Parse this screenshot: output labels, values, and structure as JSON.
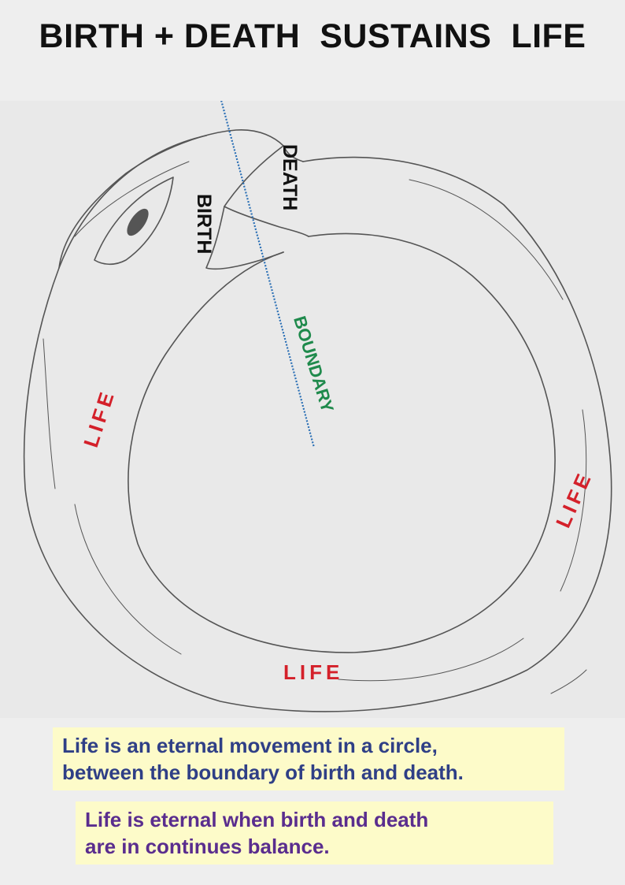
{
  "title": "BIRTH + DEATH  SUSTAINS  LIFE",
  "sketch": {
    "icon": "ouroboros-snake-sketch",
    "labels": {
      "death": "DEATH",
      "birth": "BIRTH",
      "boundary": "BOUNDARY",
      "life": [
        "LIFE",
        "LIFE",
        "LIFE"
      ]
    },
    "colors": {
      "pencil": "#555555",
      "boundary_line": "#2a6fb5",
      "boundary_text": "#1f8a4c",
      "life_text": "#d4202a"
    }
  },
  "notes": [
    "Life is an eternal movement in a circle,\nbetween the boundary of birth and death.",
    "Life is eternal when birth and death\nare in continues balance."
  ],
  "note_colors": [
    "#2f3f86",
    "#5a2d8e"
  ],
  "note_background": "#fdfbc9"
}
